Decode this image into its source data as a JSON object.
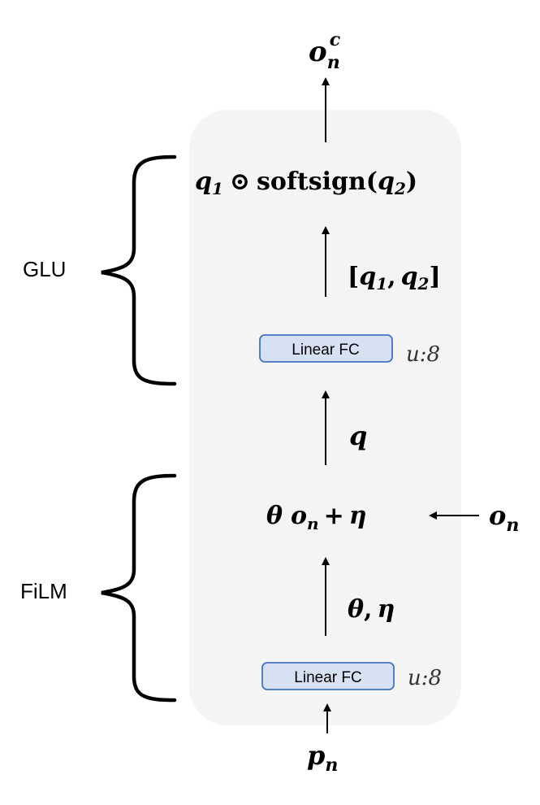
{
  "output": {
    "base": "o",
    "sub": "n",
    "sup": "c"
  },
  "glu": {
    "label": "GLU",
    "expr": {
      "q": "q",
      "sub1": "1",
      "op": "⊙",
      "fn": "softsign(",
      "sub2": "2",
      "close": ")"
    },
    "split": {
      "open": "[",
      "q": "q",
      "sub1": "1",
      "comma": ",",
      "sub2": "2",
      "close": "]"
    },
    "fc_label": "Linear FC",
    "units": "u:8"
  },
  "mid": {
    "q": "q"
  },
  "film": {
    "label": "FiLM",
    "expr": {
      "theta": "θ",
      "o": "o",
      "sub": "n",
      "plus": "+",
      "eta": "η"
    },
    "side_input": {
      "base": "o",
      "sub": "n"
    },
    "params": {
      "theta": "θ",
      "comma": ",",
      "eta": "η"
    },
    "fc_label": "Linear FC",
    "units": "u:8"
  },
  "input": {
    "base": "p",
    "sub": "n"
  },
  "colors": {
    "panel": "#f4f4f4",
    "fc_fill": "#d6e1f3",
    "fc_stroke": "#4472c4",
    "ink": "#000000"
  }
}
